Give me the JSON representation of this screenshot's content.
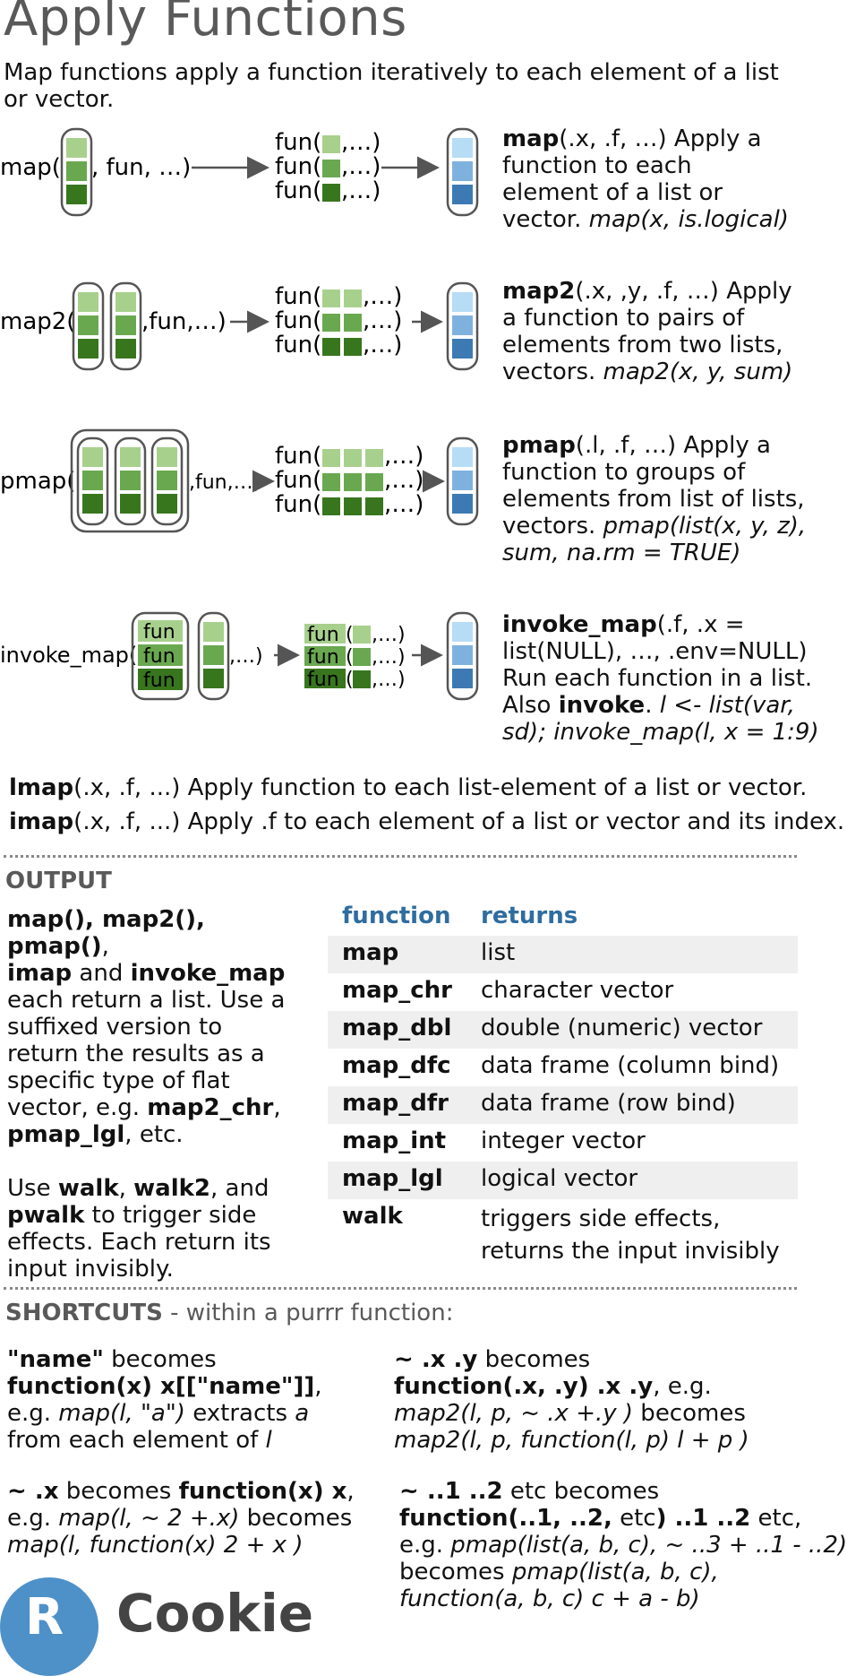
{
  "title": "Apply Functions",
  "intro": "Map functions apply a function iteratively to each element of a list or vector.",
  "diagrams": {
    "map_label": "map(",
    "map_args": ", fun, …)",
    "map2_label": "map2(",
    "map2_args": ",fun,…)",
    "pmap_label": "pmap(",
    "pmap_args": ",fun,…)",
    "invoke_label": "invoke_map(",
    "invoke_args": ",…)",
    "fun_word": "fun(",
    "fun_tail": ",…)",
    "fun_box": "fun"
  },
  "descs": {
    "map_b": "map",
    "map_t1": "(.x, .f, …) Apply a",
    "map_t2": "function to each",
    "map_t3": "element of a list or",
    "map_t4": "vector.",
    "map_ex": "map(x, is.logical)",
    "map2_b": "map2",
    "map2_t1": "(.x, ,y, .f, …) Apply",
    "map2_t2": "a function to pairs of",
    "map2_t3": "elements from two lists,",
    "map2_t4": "vectors.",
    "map2_ex": "map2(x, y, sum)",
    "pmap_b": "pmap",
    "pmap_t1": "(.l, .f, …) Apply a",
    "pmap_t2": "function to groups of",
    "pmap_t3": "elements from list of lists,",
    "pmap_t4": "vectors.",
    "pmap_ex1": "pmap(list(x, y, z),",
    "pmap_ex2": "sum, na.rm = TRUE)",
    "inv_b": "invoke_map",
    "inv_t1": "(.f, .x =",
    "inv_t2": "list(NULL), …, .env=NULL)",
    "inv_t3": "Run each function in a list.",
    "inv_t4a": "Also",
    "inv_t4b": "invoke",
    "inv_t4c": ".",
    "inv_ex1": "l <-  list(var,",
    "inv_ex2": "sd); invoke_map(l, x = 1:9)"
  },
  "lmap": {
    "name": "lmap",
    "text": "(.x, .f, ...) Apply function to each list-element of a list or vector."
  },
  "imap": {
    "name": "imap",
    "text": "(.x, .f, ...) Apply .f to each element of a list or vector and its index."
  },
  "output": {
    "heading": "OUTPUT",
    "p1_l1b": "map(), map2(), pmap()",
    "p1_l1c": ",",
    "p1_l2a": "imap",
    "p1_l2b": " and ",
    "p1_l2c": "invoke_map",
    "p1_l3": "each return a list. Use a",
    "p1_l4": "suffixed version to",
    "p1_l5": "return the results as a",
    "p1_l6": "specific type of flat",
    "p1_l7a": "vector, e.g. ",
    "p1_l7b": "map2_chr",
    "p1_l7c": ",",
    "p1_l8a": "pmap_lgl",
    "p1_l8b": ", etc.",
    "p2_l1a": "Use ",
    "p2_l1b": "walk",
    "p2_l1c": ", ",
    "p2_l1d": "walk2",
    "p2_l1e": ", and",
    "p2_l2a": "pwalk",
    "p2_l2b": " to trigger side",
    "p2_l3": "effects. Each return its",
    "p2_l4": "input invisibly."
  },
  "table": {
    "headers": [
      "function",
      "returns"
    ],
    "rows": [
      [
        "map",
        "list"
      ],
      [
        "map_chr",
        "character vector"
      ],
      [
        "map_dbl",
        "double (numeric) vector"
      ],
      [
        "map_dfc",
        "data frame (column bind)"
      ],
      [
        "map_dfr",
        "data frame (row bind)"
      ],
      [
        "map_int",
        "integer vector"
      ],
      [
        "map_lgl",
        "logical vector"
      ],
      [
        "walk",
        "triggers side effects, returns the input invisibly"
      ]
    ]
  },
  "shortcuts": {
    "heading": "SHORTCUTS",
    "subheading": " - within a purrr function:",
    "a1b": "\"name\"",
    "a1c": " becomes",
    "a2": "function(x) x[[\"name\"]]",
    "a2c": ",",
    "a3a": "e.g. ",
    "a3b": "map(l, \"a\")",
    "a3c": " extracts ",
    "a3d": "a",
    "a4a": "from each element of ",
    "a4b": "l",
    "b1b": "~ .x .y",
    "b1c": " becomes",
    "b2": "function(.x, .y) .x .y",
    "b2c": ", e.g.",
    "b3a": "map2(l, p, ~ .x +.y )",
    "b3b": " becomes",
    "b4": "map2(l, p, function(l, p) l + p )",
    "c1b": "~ .x",
    "c1c": " becomes ",
    "c1d": "function(x) x",
    "c1e": ",",
    "c2a": "e.g. ",
    "c2b": "map(l, ~ 2 +.x)",
    "c2c": " becomes",
    "c3": "map(l, function(x) 2 + x )",
    "d1b": "~ ..1 ..2",
    "d1c": " etc becomes",
    "d2b": "function(..1, ..2,",
    "d2c": " etc",
    "d2d": ") ..1 ..2",
    "d2e": " etc,",
    "d3a": "e.g. ",
    "d3b": "pmap(list(a, b, c), ~ ..3 + ..1 - ..2)",
    "d4a": "becomes ",
    "d4b": "pmap(list(a, b, c),",
    "d5": "function(a, b, c) c + a - b)"
  },
  "logo": {
    "letter": "R",
    "text": "Cookie"
  },
  "colors": {
    "green_light": "#a8d08d",
    "green_mid": "#6aa84f",
    "green_dark": "#38761d",
    "blue_light": "#b7dcf5",
    "blue_mid": "#7fb1de",
    "blue_dark": "#3d7ab3",
    "heading_gray": "#595959",
    "table_blue": "#2f6da0"
  }
}
